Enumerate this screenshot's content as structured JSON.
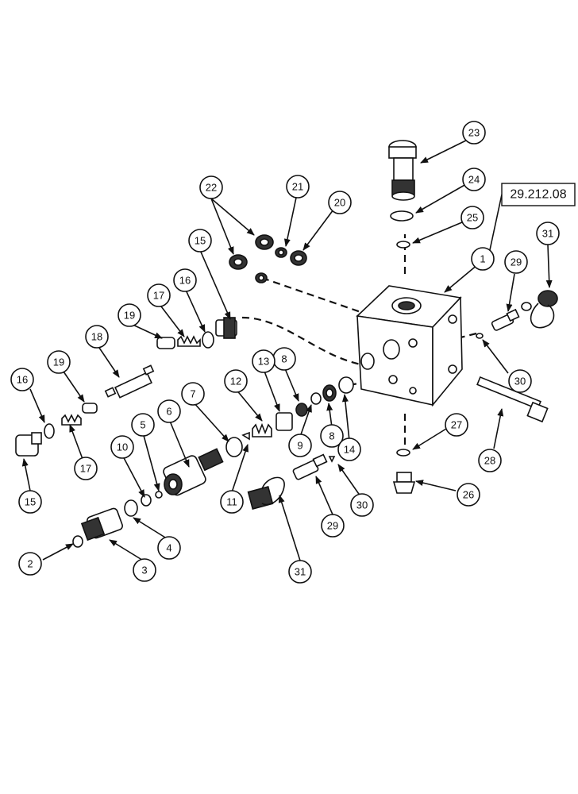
{
  "diagram": {
    "reference": "29.212.08",
    "callouts": [
      "1",
      "2",
      "3",
      "4",
      "5",
      "6",
      "7",
      "8",
      "8",
      "9",
      "10",
      "11",
      "12",
      "13",
      "14",
      "15",
      "15",
      "16",
      "16",
      "17",
      "17",
      "18",
      "19",
      "19",
      "20",
      "21",
      "22",
      "23",
      "24",
      "25",
      "26",
      "27",
      "28",
      "29",
      "29",
      "30",
      "30",
      "31",
      "31"
    ]
  }
}
